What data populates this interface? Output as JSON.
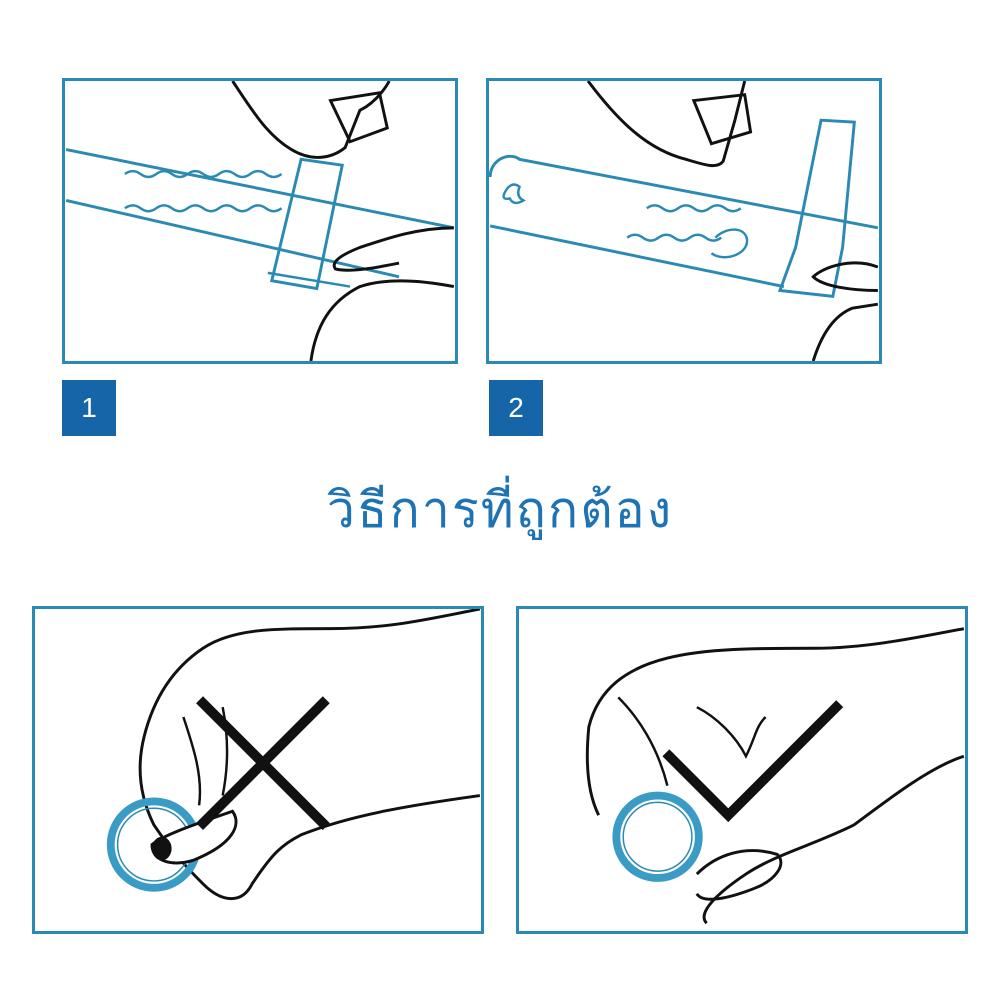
{
  "steps": [
    {
      "number": "1",
      "illustration": "fingers-pulling-strap-tab"
    },
    {
      "number": "2",
      "illustration": "fingers-peeling-strap-tab"
    }
  ],
  "title": "วิธีการที่ถูกต้อง",
  "usage_examples": [
    {
      "verdict": "wrong",
      "mark_icon": "cross-icon",
      "illustration": "hand-gripping-ring-incorrectly"
    },
    {
      "verdict": "correct",
      "mark_icon": "check-icon",
      "illustration": "hand-holding-ring-correctly"
    }
  ],
  "colors": {
    "frame": "#2a8ab3",
    "badge": "#1565a8",
    "title": "#1e73b5",
    "strap": "#2a8ab3",
    "ring": "#3a9cc4",
    "ink": "#111111"
  }
}
